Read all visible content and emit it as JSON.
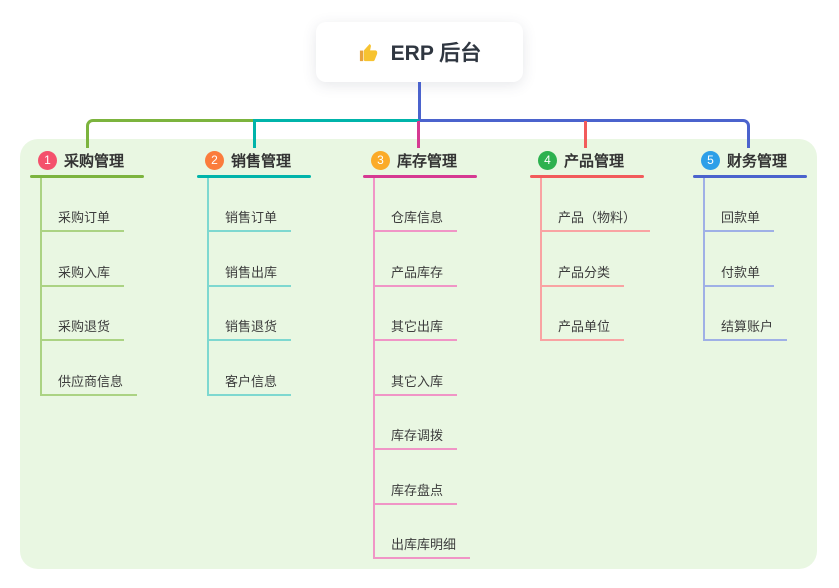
{
  "root": {
    "title": "ERP 后台",
    "icon": "thumbs-up-icon",
    "icon_color": "#f7c331"
  },
  "panel_bg": "#e9f7e2",
  "branches": [
    {
      "number": "1",
      "title": "采购管理",
      "color": "#7cb43e",
      "light": "#abd383",
      "badge": "#f4516c",
      "items": [
        "采购订单",
        "采购入库",
        "采购退货",
        "供应商信息"
      ]
    },
    {
      "number": "2",
      "title": "销售管理",
      "color": "#00b4aa",
      "light": "#7ed8d0",
      "badge": "#fb7c3c",
      "items": [
        "销售订单",
        "销售出库",
        "销售退货",
        "客户信息"
      ]
    },
    {
      "number": "3",
      "title": "库存管理",
      "color": "#d63a92",
      "light": "#f095c6",
      "badge": "#fbab28",
      "items": [
        "仓库信息",
        "产品库存",
        "其它出库",
        "其它入库",
        "库存调拨",
        "库存盘点",
        "出库库明细"
      ]
    },
    {
      "number": "4",
      "title": "产品管理",
      "color": "#f25b5b",
      "light": "#f9a3a3",
      "badge": "#2db14f",
      "items": [
        "产品（物料）",
        "产品分类",
        "产品单位"
      ]
    },
    {
      "number": "5",
      "title": "财务管理",
      "color": "#4b63cd",
      "light": "#9fb0e6",
      "badge": "#2d9fe8",
      "items": [
        "回款单",
        "付款单",
        "结算账户"
      ]
    }
  ]
}
